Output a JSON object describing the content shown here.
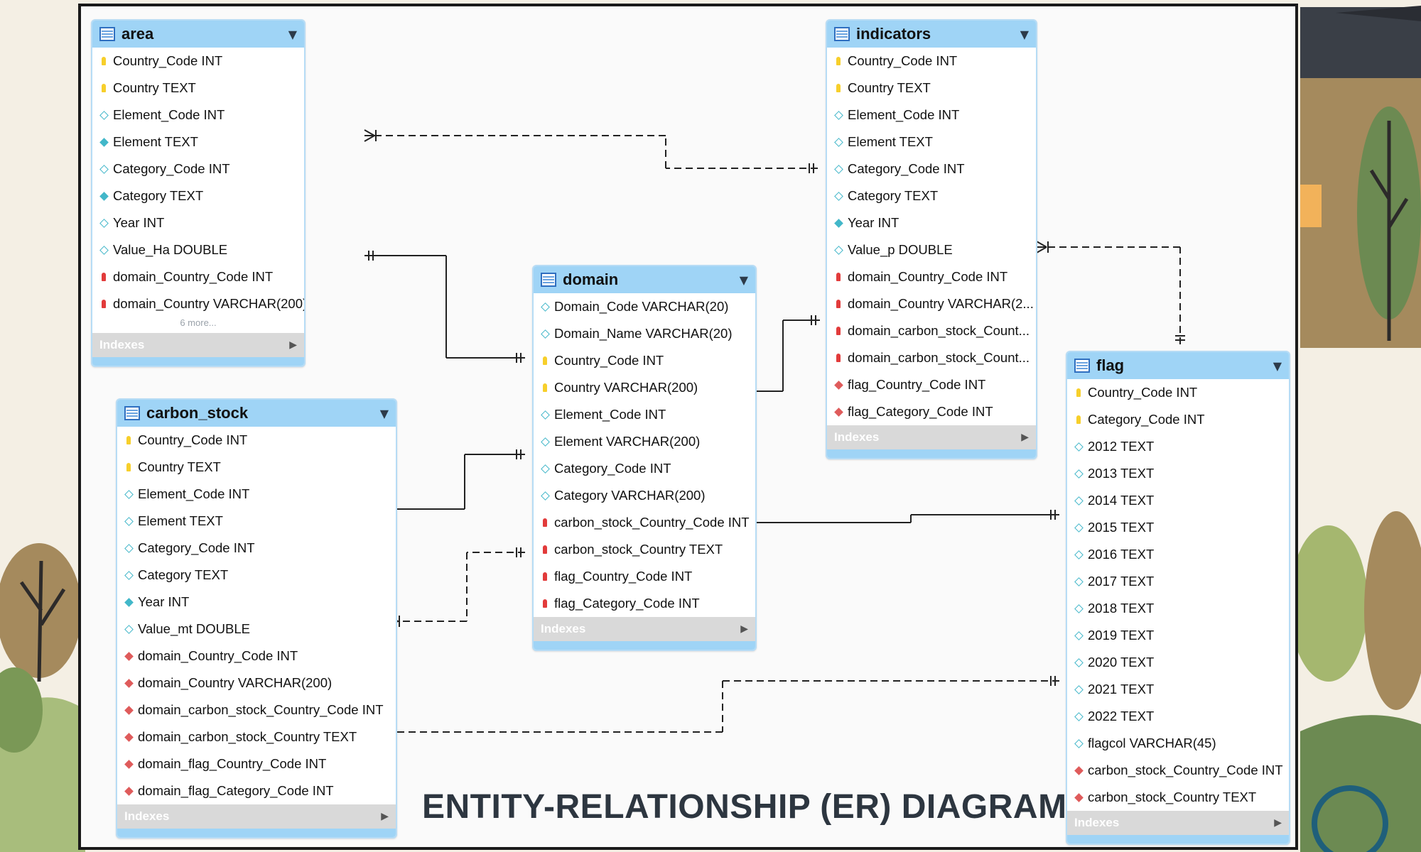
{
  "diagram": {
    "title": "ENTITY-RELATIONSHIP (ER) DIAGRAM",
    "indexes_label": "Indexes",
    "tables": [
      {
        "id": "area",
        "name": "area",
        "more_text": "6 more...",
        "columns": [
          {
            "text": "Country_Code INT",
            "marker": "pk"
          },
          {
            "text": "Country TEXT",
            "marker": "pk"
          },
          {
            "text": "Element_Code INT",
            "marker": "open"
          },
          {
            "text": "Element TEXT",
            "marker": "cyan"
          },
          {
            "text": "Category_Code INT",
            "marker": "open"
          },
          {
            "text": "Category TEXT",
            "marker": "cyan"
          },
          {
            "text": "Year INT",
            "marker": "open"
          },
          {
            "text": "Value_Ha DOUBLE",
            "marker": "open"
          },
          {
            "text": "domain_Country_Code INT",
            "marker": "fk"
          },
          {
            "text": "domain_Country VARCHAR(200)",
            "marker": "fk"
          }
        ]
      },
      {
        "id": "carbon_stock",
        "name": "carbon_stock",
        "columns": [
          {
            "text": "Country_Code INT",
            "marker": "pk"
          },
          {
            "text": "Country TEXT",
            "marker": "pk"
          },
          {
            "text": "Element_Code INT",
            "marker": "open"
          },
          {
            "text": "Element TEXT",
            "marker": "open"
          },
          {
            "text": "Category_Code INT",
            "marker": "open"
          },
          {
            "text": "Category TEXT",
            "marker": "open"
          },
          {
            "text": "Year INT",
            "marker": "cyan"
          },
          {
            "text": "Value_mt DOUBLE",
            "marker": "open"
          },
          {
            "text": "domain_Country_Code INT",
            "marker": "red"
          },
          {
            "text": "domain_Country VARCHAR(200)",
            "marker": "red"
          },
          {
            "text": "domain_carbon_stock_Country_Code INT",
            "marker": "red"
          },
          {
            "text": "domain_carbon_stock_Country TEXT",
            "marker": "red"
          },
          {
            "text": "domain_flag_Country_Code INT",
            "marker": "red"
          },
          {
            "text": "domain_flag_Category_Code INT",
            "marker": "red"
          }
        ]
      },
      {
        "id": "domain",
        "name": "domain",
        "columns": [
          {
            "text": "Domain_Code VARCHAR(20)",
            "marker": "open"
          },
          {
            "text": "Domain_Name VARCHAR(20)",
            "marker": "open"
          },
          {
            "text": "Country_Code INT",
            "marker": "pk"
          },
          {
            "text": "Country VARCHAR(200)",
            "marker": "pk"
          },
          {
            "text": "Element_Code INT",
            "marker": "open"
          },
          {
            "text": "Element VARCHAR(200)",
            "marker": "open"
          },
          {
            "text": "Category_Code INT",
            "marker": "open"
          },
          {
            "text": "Category VARCHAR(200)",
            "marker": "open"
          },
          {
            "text": "carbon_stock_Country_Code INT",
            "marker": "fk"
          },
          {
            "text": "carbon_stock_Country TEXT",
            "marker": "fk"
          },
          {
            "text": "flag_Country_Code INT",
            "marker": "fk"
          },
          {
            "text": "flag_Category_Code INT",
            "marker": "fk"
          }
        ]
      },
      {
        "id": "indicators",
        "name": "indicators",
        "columns": [
          {
            "text": "Country_Code INT",
            "marker": "pk"
          },
          {
            "text": "Country TEXT",
            "marker": "pk"
          },
          {
            "text": "Element_Code INT",
            "marker": "open"
          },
          {
            "text": "Element TEXT",
            "marker": "open"
          },
          {
            "text": "Category_Code INT",
            "marker": "open"
          },
          {
            "text": "Category TEXT",
            "marker": "open"
          },
          {
            "text": "Year INT",
            "marker": "cyan"
          },
          {
            "text": "Value_p DOUBLE",
            "marker": "open"
          },
          {
            "text": "domain_Country_Code INT",
            "marker": "fk"
          },
          {
            "text": "domain_Country VARCHAR(2...",
            "marker": "fk"
          },
          {
            "text": "domain_carbon_stock_Count...",
            "marker": "fk"
          },
          {
            "text": "domain_carbon_stock_Count...",
            "marker": "fk"
          },
          {
            "text": "flag_Country_Code INT",
            "marker": "red"
          },
          {
            "text": "flag_Category_Code INT",
            "marker": "red"
          }
        ]
      },
      {
        "id": "flag",
        "name": "flag",
        "columns": [
          {
            "text": "Country_Code INT",
            "marker": "pk"
          },
          {
            "text": "Category_Code INT",
            "marker": "pk"
          },
          {
            "text": "2012 TEXT",
            "marker": "open"
          },
          {
            "text": "2013 TEXT",
            "marker": "open"
          },
          {
            "text": "2014 TEXT",
            "marker": "open"
          },
          {
            "text": "2015 TEXT",
            "marker": "open"
          },
          {
            "text": "2016 TEXT",
            "marker": "open"
          },
          {
            "text": "2017 TEXT",
            "marker": "open"
          },
          {
            "text": "2018 TEXT",
            "marker": "open"
          },
          {
            "text": "2019 TEXT",
            "marker": "open"
          },
          {
            "text": "2020 TEXT",
            "marker": "open"
          },
          {
            "text": "2021 TEXT",
            "marker": "open"
          },
          {
            "text": "2022 TEXT",
            "marker": "open"
          },
          {
            "text": "flagcol VARCHAR(45)",
            "marker": "open"
          },
          {
            "text": "carbon_stock_Country_Code INT",
            "marker": "red"
          },
          {
            "text": "carbon_stock_Country TEXT",
            "marker": "red"
          }
        ]
      }
    ],
    "relationships": [
      {
        "from": "indicators",
        "to": "area",
        "style": "dashed",
        "from_end": "one",
        "to_end": "many"
      },
      {
        "from": "domain",
        "to": "area",
        "style": "solid",
        "from_end": "one",
        "to_end": "one"
      },
      {
        "from": "domain",
        "to": "indicators",
        "style": "solid",
        "from_end": "one",
        "to_end": "one"
      },
      {
        "from": "domain",
        "to": "carbon_stock",
        "style": "solid",
        "from_end": "one",
        "to_end": "one"
      },
      {
        "from": "domain",
        "to": "carbon_stock",
        "style": "dashed",
        "from_end": "one",
        "to_end": "many"
      },
      {
        "from": "domain",
        "to": "flag",
        "style": "solid",
        "from_end": "one",
        "to_end": "one"
      },
      {
        "from": "flag",
        "to": "indicators",
        "style": "dashed",
        "from_end": "one",
        "to_end": "many"
      },
      {
        "from": "flag",
        "to": "carbon_stock",
        "style": "dashed",
        "from_end": "one",
        "to_end": "one"
      }
    ]
  }
}
